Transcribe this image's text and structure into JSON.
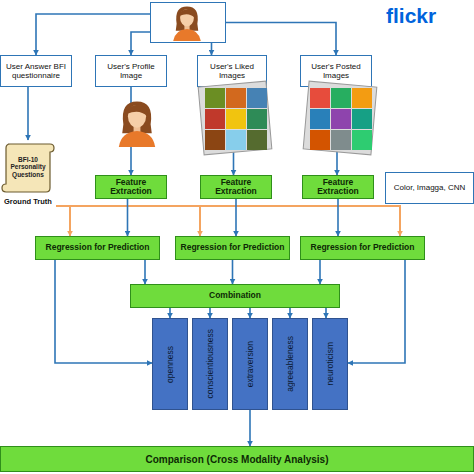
{
  "diagram": {
    "nodes": [
      {
        "text": []
      },
      {
        "text": [
          "User Answer BFI questionnaire"
        ]
      },
      {
        "text": [
          "User's Profile Image"
        ]
      },
      {
        "text": [
          "User's Liked Images"
        ]
      },
      {
        "text": [
          "User's Posted Images"
        ]
      },
      {
        "text": [
          "BFI-10 Personality Questions",
          "Ground Truth"
        ]
      },
      {
        "text": [
          "Feature Extraction"
        ]
      },
      {
        "text": [
          "Feature Extraction"
        ]
      },
      {
        "text": [
          "Feature Extraction"
        ]
      },
      {
        "text": [
          "Color, Imagga, CNN"
        ]
      },
      {
        "text": [
          "Regression for Prediction"
        ]
      },
      {
        "text": [
          "Regression for Prediction"
        ]
      },
      {
        "text": [
          "Regression for Prediction"
        ]
      },
      {
        "text": [
          "Combination"
        ]
      },
      {
        "text": [
          "openness"
        ]
      },
      {
        "text": [
          "conscientiousness"
        ]
      },
      {
        "text": [
          "extraversion"
        ]
      },
      {
        "text": [
          "agreeableness"
        ]
      },
      {
        "text": [
          "neuroticism"
        ]
      },
      {
        "text": [
          "Comparison (Cross Modality Analysis)"
        ]
      }
    ],
    "edges": [
      {
        "from": 0,
        "to": 1,
        "arrow": "to"
      },
      {
        "from": 0,
        "to": 2,
        "arrow": "to"
      },
      {
        "from": 0,
        "to": 3,
        "arrow": "to"
      },
      {
        "from": 0,
        "to": 4,
        "arrow": "to"
      },
      {
        "from": 1,
        "to": 5,
        "arrow": "to"
      },
      {
        "from": 2,
        "to": 6,
        "arrow": "to"
      },
      {
        "from": 3,
        "to": 7,
        "arrow": "to"
      },
      {
        "from": 4,
        "to": 8,
        "arrow": "to"
      },
      {
        "from": 5,
        "to": 10,
        "arrow": "to"
      },
      {
        "from": 5,
        "to": 11,
        "arrow": "to"
      },
      {
        "from": 5,
        "to": 12,
        "arrow": "to"
      },
      {
        "from": 6,
        "to": 10,
        "arrow": "to"
      },
      {
        "from": 7,
        "to": 11,
        "arrow": "to"
      },
      {
        "from": 8,
        "to": 12,
        "arrow": "to"
      },
      {
        "from": 10,
        "to": 13,
        "arrow": "to"
      },
      {
        "from": 11,
        "to": 13,
        "arrow": "to"
      },
      {
        "from": 12,
        "to": 13,
        "arrow": "to"
      },
      {
        "from": 13,
        "to": 14,
        "arrow": "to"
      },
      {
        "from": 13,
        "to": 15,
        "arrow": "to"
      },
      {
        "from": 13,
        "to": 16,
        "arrow": "to"
      },
      {
        "from": 13,
        "to": 17,
        "arrow": "to"
      },
      {
        "from": 13,
        "to": 18,
        "arrow": "to"
      },
      {
        "from": 10,
        "to": 14,
        "arrow": "to"
      },
      {
        "from": 12,
        "to": 18,
        "arrow": "to"
      },
      {
        "from": 16,
        "to": 19,
        "arrow": "to"
      }
    ],
    "labels": [
      "flickr"
    ]
  }
}
